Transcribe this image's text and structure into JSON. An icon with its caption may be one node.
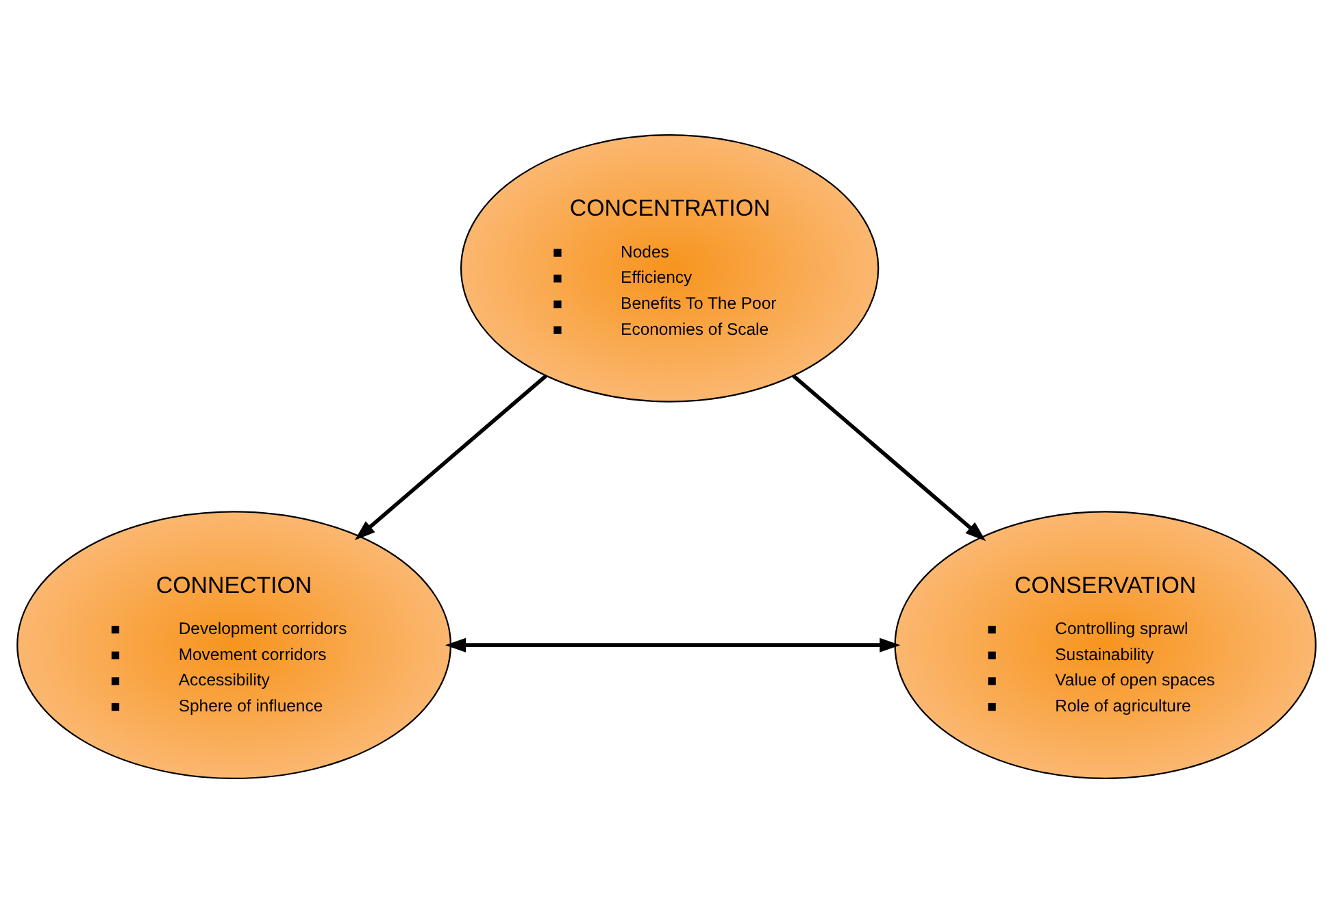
{
  "diagram": {
    "nodes": [
      {
        "text": [
          "CONCENTRATION",
          "Nodes",
          "Efficiency",
          "Benefits To The Poor",
          "Economies of Scale"
        ]
      },
      {
        "text": [
          "CONNECTION",
          "Development corridors",
          "Movement corridors",
          "Accessibility",
          "Sphere of influence"
        ]
      },
      {
        "text": [
          "CONSERVATION",
          "Controlling sprawl",
          "Sustainability",
          "Value of open spaces",
          "Role of agriculture"
        ]
      }
    ],
    "edges": [
      {
        "from": 0,
        "to": 1,
        "arrow": "to"
      },
      {
        "from": 0,
        "to": 2,
        "arrow": "to"
      },
      {
        "from": 1,
        "to": 2,
        "arrow": "both"
      }
    ]
  }
}
